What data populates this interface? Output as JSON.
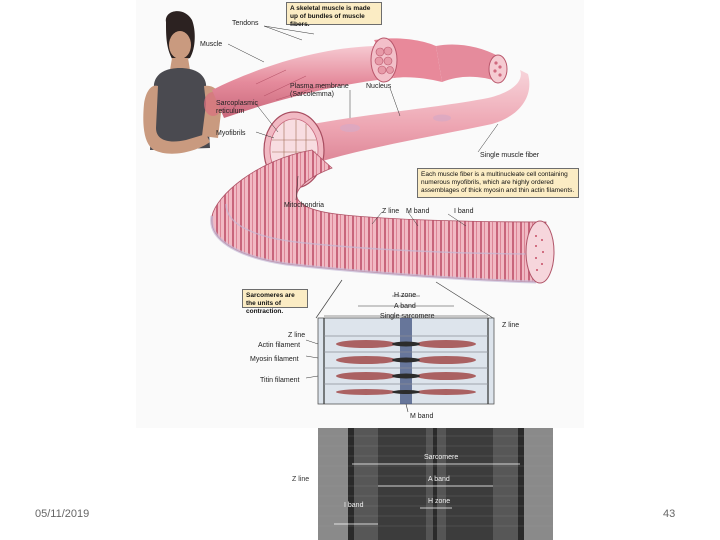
{
  "callouts": {
    "skeletal": "A skeletal muscle is made up of bundles of muscle fibers.",
    "fiber": "Each muscle fiber is a multinucleate cell containing numerous myofibrils, which are highly ordered assemblages of thick myosin and thin actin filaments.",
    "sarcomeres": "Sarcomeres are the units of contraction."
  },
  "labels": {
    "tendons": "Tendons",
    "muscle": "Muscle",
    "plasma_membrane": "Plasma membrane",
    "sarcolemma": "(Sarcolemma)",
    "nucleus": "Nucleus",
    "sarcoplasmic": "Sarcoplasmic",
    "reticulum": "reticulum",
    "myofibrils": "Myofibrils",
    "single_fiber": "Single muscle fiber",
    "mitochondria": "Mitochondria",
    "z_line": "Z line",
    "m_band": "M band",
    "i_band": "I band",
    "h_zone": "H zone",
    "a_band": "A band",
    "single_sarcomere": "Single sarcomere",
    "actin": "Actin filament",
    "myosin": "Myosin filament",
    "titin": "Titin filament"
  },
  "micrograph": {
    "sarcomere": "Sarcomere",
    "a_band": "A band",
    "h_zone": "H zone",
    "z_line": "Z line",
    "i_band": "I band"
  },
  "footer": {
    "date": "05/11/2019",
    "page": "43"
  },
  "colors": {
    "muscle_pink": "#e8899a",
    "muscle_light": "#f4c3cc",
    "callout_bg": "#fbecc4"
  }
}
